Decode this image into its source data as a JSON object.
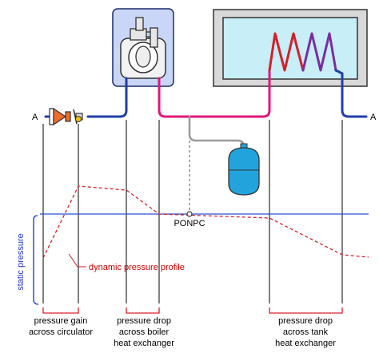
{
  "diagram": {
    "port_left": "A",
    "port_right": "A",
    "reference_point": "PONPC",
    "profile_label": "dynamic pressure profile",
    "axis_label": "static pressure",
    "annotations": {
      "circulator": [
        "pressure gain",
        "across circulator"
      ],
      "boiler": [
        "pressure drop",
        "across boiler",
        "heat exchanger"
      ],
      "tank": [
        "pressure drop",
        "across tank",
        "heat exchanger"
      ]
    },
    "colors": {
      "cold_pipe": "#1f3ea8",
      "hot_pipe": "#d3202a",
      "boiler_outlet_pipe": "#e0177d",
      "expansion_pipe": "#9a9a9a",
      "static_line": "#2b4fd6",
      "dynamic_profile": "#d3202a",
      "boiler_fill": "#c9d6f7",
      "tank_fill": "#c8eef8",
      "expansion_tank_fill": "#22a3dc",
      "circulator_fill": "#f26b2a"
    }
  }
}
